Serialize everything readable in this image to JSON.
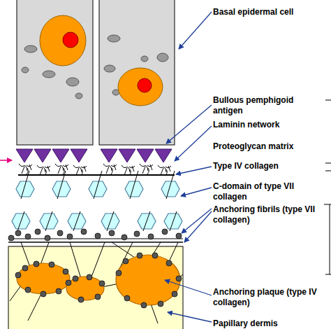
{
  "diagram": {
    "labels": [
      "Basal epidermal cell",
      "Bullous pemphigoid antigen",
      "Laminin network",
      "Proteoglycan matrix",
      "Type IV collagen",
      "C-domain of type VII collagen",
      "Anchoring fibrils (type VII collagen)",
      "Anchoring plaque (type IV collagen)",
      "Papillary dermis"
    ]
  }
}
